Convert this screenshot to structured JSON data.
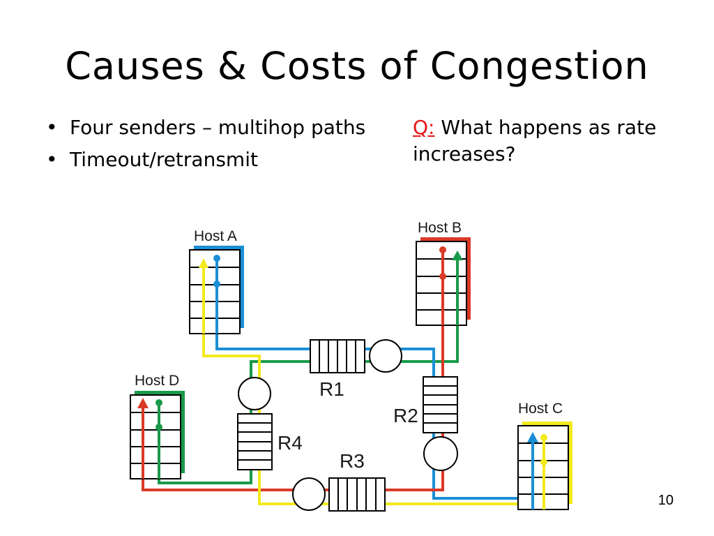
{
  "slide": {
    "title": "Causes & Costs of Congestion",
    "bullets": [
      {
        "text": "Four senders – multihop paths"
      },
      {
        "text": "Timeout/retransmit"
      }
    ],
    "question": {
      "prefix": "Q:",
      "text": "What happens as rate increases?"
    },
    "page_number": "10"
  },
  "diagram": {
    "hosts": [
      {
        "name": "Host A",
        "accent": "#1a8fd6"
      },
      {
        "name": "Host B",
        "accent": "#d93a26"
      },
      {
        "name": "Host C",
        "accent": "#f2ea1c"
      },
      {
        "name": "Host D",
        "accent": "#1a9a4a"
      }
    ],
    "routers": [
      {
        "name": "R1"
      },
      {
        "name": "R2"
      },
      {
        "name": "R3"
      },
      {
        "name": "R4"
      }
    ],
    "colors": {
      "blue": "#1a8fd6",
      "red": "#d93a26",
      "green": "#1a9a4a",
      "yellow": "#f2ea1c"
    }
  }
}
